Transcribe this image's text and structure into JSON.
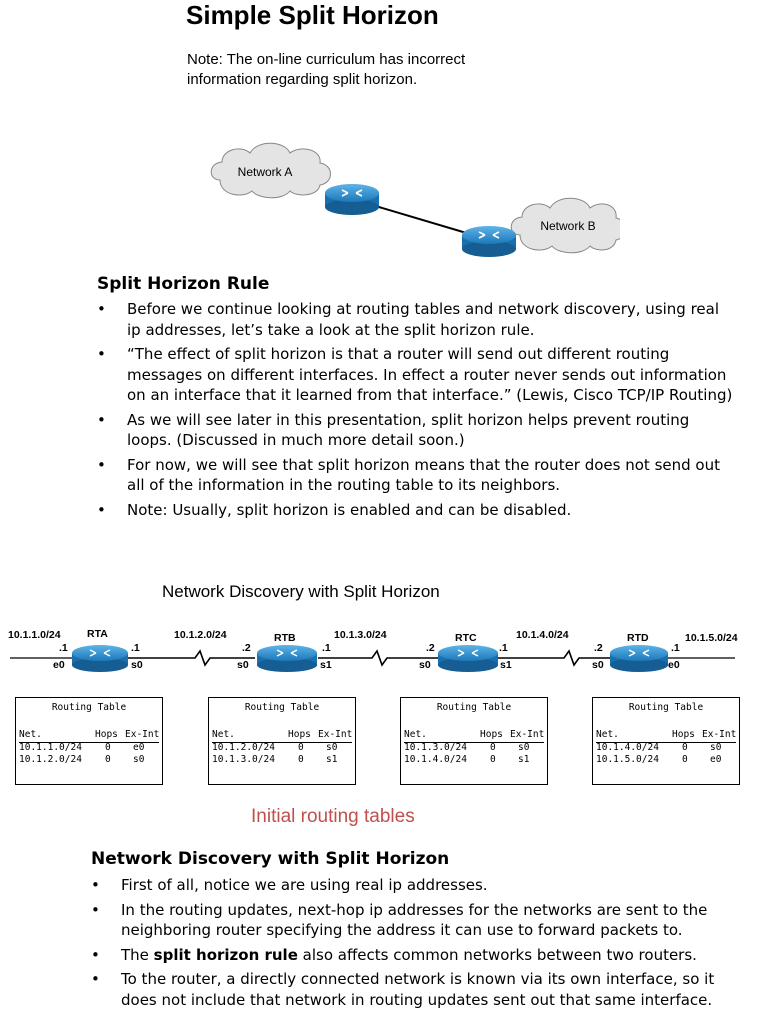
{
  "title": "Simple Split Horizon",
  "note": "Note: The on-line curriculum has incorrect information regarding split horizon.",
  "top_diagram": {
    "network_a": "Network A",
    "network_b": "Network B"
  },
  "section1": {
    "heading": "Split Horizon Rule",
    "bullets": [
      "Before we continue looking at routing tables and network discovery, using real ip addresses, let’s take a look at the split horizon rule.",
      "“The effect of split horizon is that a router will send out different routing messages on different interfaces.  In effect a router never sends out information on an interface that it learned from that interface.” (Lewis, Cisco TCP/IP Routing)",
      "As we will see later in this presentation, split horizon helps prevent routing loops.  (Discussed in much more detail soon.)",
      "For now, we will see that split horizon means that the router does not send out all of the information in the routing table to its neighbors.",
      "Note: Usually, split horizon is enabled and can be disabled."
    ]
  },
  "diagram2": {
    "title": "Network Discovery with Split Horizon",
    "routers": [
      "RTA",
      "RTB",
      "RTC",
      "RTD"
    ],
    "networks": [
      "10.1.1.0/24",
      "10.1.2.0/24",
      "10.1.3.0/24",
      "10.1.4.0/24",
      "10.1.5.0/24"
    ],
    "host_labels": [
      ".1",
      ".1",
      ".2",
      ".1",
      ".2",
      ".1",
      ".2",
      ".1"
    ],
    "interfaces": [
      "e0",
      "s0",
      "s0",
      "s1",
      "s0",
      "s1",
      "s0",
      "e0"
    ],
    "table_title": "Routing Table",
    "table_headers": {
      "net": "Net.",
      "hops": "Hops",
      "exint": "Ex-Int"
    },
    "tables": [
      {
        "rows": [
          {
            "net": "10.1.1.0/24",
            "hops": "0",
            "exint": "e0"
          },
          {
            "net": "10.1.2.0/24",
            "hops": "0",
            "exint": "s0"
          }
        ]
      },
      {
        "rows": [
          {
            "net": "10.1.2.0/24",
            "hops": "0",
            "exint": "s0"
          },
          {
            "net": "10.1.3.0/24",
            "hops": "0",
            "exint": "s1"
          }
        ]
      },
      {
        "rows": [
          {
            "net": "10.1.3.0/24",
            "hops": "0",
            "exint": "s0"
          },
          {
            "net": "10.1.4.0/24",
            "hops": "0",
            "exint": "s1"
          }
        ]
      },
      {
        "rows": [
          {
            "net": "10.1.4.0/24",
            "hops": "0",
            "exint": "s0"
          },
          {
            "net": "10.1.5.0/24",
            "hops": "0",
            "exint": "e0"
          }
        ]
      }
    ],
    "caption": "Initial routing tables"
  },
  "section2": {
    "heading": "Network Discovery with Split Horizon",
    "bullets": [
      "First of all, notice we are using real ip addresses.",
      "In the routing updates, next-hop ip addresses for the networks are sent to the neighboring router specifying the address it can use to forward packets to.",
      {
        "pre": "The ",
        "bold": "split horizon rule",
        "post": " also affects common networks between two routers."
      },
      "To the router, a directly connected network is known via its own interface, so it does not include that network in routing updates sent out that same interface."
    ]
  }
}
